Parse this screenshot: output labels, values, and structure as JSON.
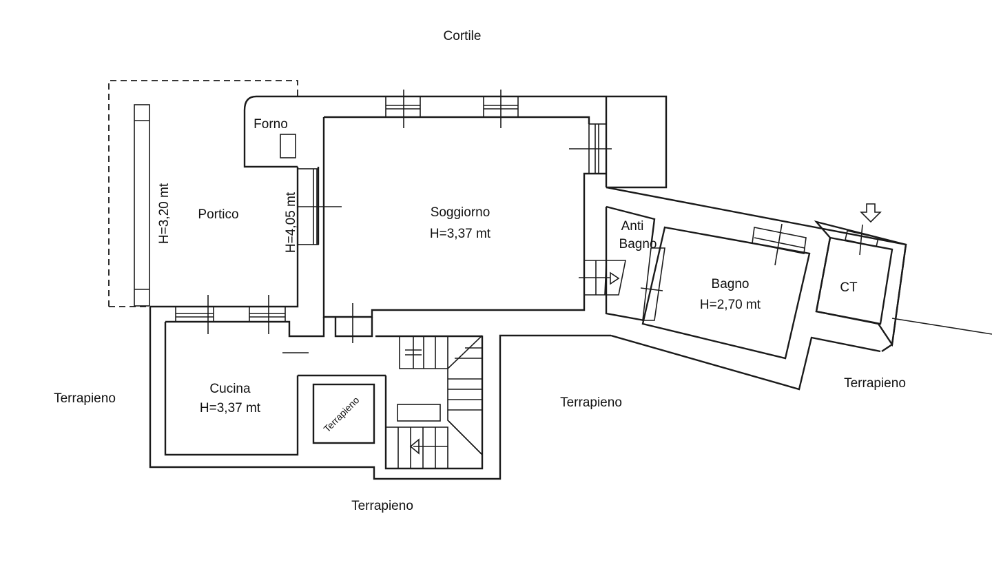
{
  "labels": {
    "cortile": "Cortile",
    "forno": "Forno",
    "portico": "Portico",
    "portico_height": "H=3,20 mt",
    "portico_height2": "H=4,05 mt",
    "soggiorno": "Soggiorno",
    "soggiorno_height": "H=3,37 mt",
    "anti": "Anti",
    "bagno_anti": "Bagno",
    "bagno": "Bagno",
    "bagno_height": "H=2,70 mt",
    "ct": "CT",
    "cucina": "Cucina",
    "cucina_height": "H=3,37 mt",
    "terrapieno_inner": "Terrapieno",
    "terrapieno_left": "Terrapieno",
    "terrapieno_center": "Terrapieno",
    "terrapieno_right": "Terrapieno",
    "terrapieno_bottom": "Terrapieno"
  },
  "colors": {
    "line": "#1a1a1a",
    "background": "#ffffff"
  }
}
